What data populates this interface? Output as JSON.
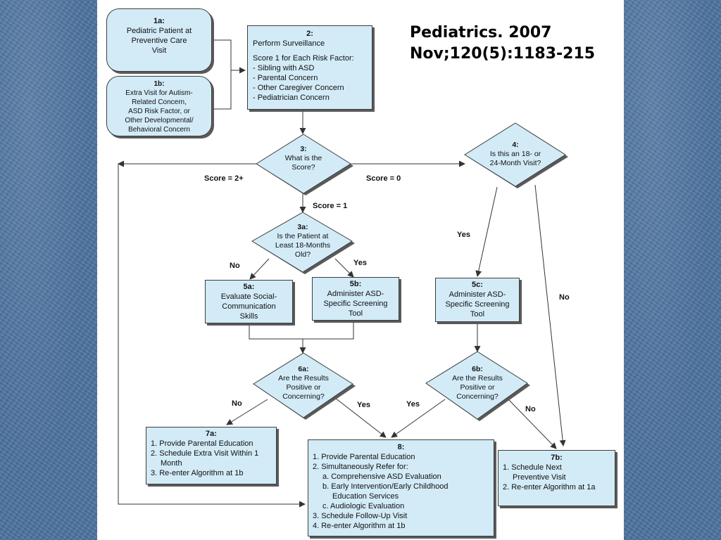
{
  "citation": {
    "line1": "Pediatrics. 2007",
    "line2": "Nov;120(5):1183-215"
  },
  "nodes": {
    "n1a": {
      "num": "1a:",
      "text": [
        "Pediatric Patient at",
        "Preventive Care",
        "Visit"
      ]
    },
    "n1b": {
      "num": "1b:",
      "text": [
        "Extra Visit for Autism-",
        "Related Concern,",
        "ASD Risk Factor, or",
        "Other Developmental/",
        "Behavioral Concern"
      ]
    },
    "n2": {
      "num": "2:",
      "title": "Perform Surveillance",
      "subtitle": "Score 1 for Each Risk Factor:",
      "items": [
        "- Sibling with ASD",
        "- Parental Concern",
        "- Other Caregiver Concern",
        "- Pediatrician Concern"
      ]
    },
    "n3": {
      "num": "3:",
      "text": [
        "What is the",
        "Score?"
      ]
    },
    "n4": {
      "num": "4:",
      "text": [
        "Is this an 18- or",
        "24-Month Visit?"
      ]
    },
    "n3a": {
      "num": "3a:",
      "text": [
        "Is the Patient at",
        "Least 18-Months",
        "Old?"
      ]
    },
    "n5a": {
      "num": "5a:",
      "text": [
        "Evaluate Social-",
        "Communication",
        "Skills"
      ]
    },
    "n5b": {
      "num": "5b:",
      "text": [
        "Administer ASD-",
        "Specific Screening",
        "Tool"
      ]
    },
    "n5c": {
      "num": "5c:",
      "text": [
        "Administer ASD-",
        "Specific Screening",
        "Tool"
      ]
    },
    "n6a": {
      "num": "6a:",
      "text": [
        "Are the Results",
        "Positive or",
        "Concerning?"
      ]
    },
    "n6b": {
      "num": "6b:",
      "text": [
        "Are the Results",
        "Positive or",
        "Concerning?"
      ]
    },
    "n7a": {
      "num": "7a:",
      "items": [
        "1. Provide Parental Education",
        "2. Schedule Extra Visit Within 1",
        "Month",
        "3. Re-enter Algorithm at 1b"
      ]
    },
    "n8": {
      "num": "8:",
      "items": [
        "1. Provide Parental Education",
        "2. Simultaneously Refer for:",
        "a. Comprehensive ASD Evaluation",
        "b. Early Intervention/Early Childhood",
        "Education Services",
        "c. Audiologic Evaluation",
        "3. Schedule Follow-Up Visit",
        "4. Re-enter Algorithm at 1b"
      ]
    },
    "n7b": {
      "num": "7b:",
      "items": [
        "1. Schedule Next",
        "Preventive Visit",
        "2. Re-enter Algorithm at 1a"
      ]
    }
  },
  "edge_labels": {
    "score_2plus": "Score = 2+",
    "score_0": "Score = 0",
    "score_1": "Score = 1",
    "no_3a": "No",
    "yes_3a": "Yes",
    "yes_4": "Yes",
    "no_4": "No",
    "no_6a": "No",
    "yes_6a": "Yes",
    "yes_6b": "Yes",
    "no_6b": "No"
  },
  "colors": {
    "node_fill": "#d2ebf7",
    "slide_side": "#4d74a1",
    "panel": "#ffffff"
  }
}
